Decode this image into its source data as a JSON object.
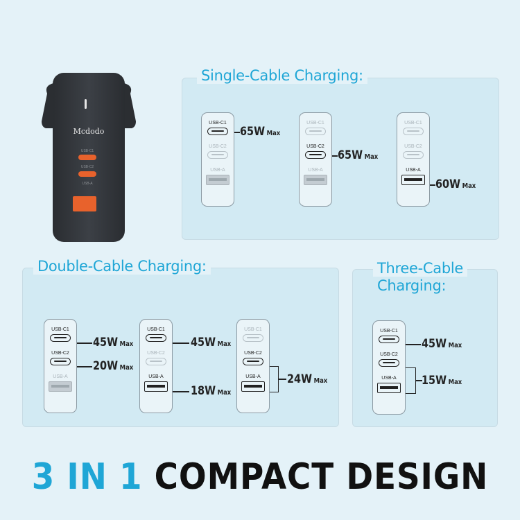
{
  "device": {
    "brand": "Mcdodo",
    "port_labels": [
      "USB-C1",
      "USB-C2",
      "USB-A"
    ]
  },
  "port_names": {
    "c1": "USB-C1",
    "c2": "USB-C2",
    "a": "USB-A"
  },
  "max_label": "Max",
  "panels": {
    "single": {
      "title": "Single-Cable Charging:",
      "configs": [
        {
          "watts": "65W"
        },
        {
          "watts": "65W"
        },
        {
          "watts": "60W"
        }
      ]
    },
    "double": {
      "title": "Double-Cable Charging:",
      "configs": [
        {
          "w1": "45W",
          "w2": "20W"
        },
        {
          "w1": "45W",
          "w2": "18W"
        },
        {
          "w1": "24W"
        }
      ]
    },
    "three": {
      "title_line1": "Three-Cable",
      "title_line2": "Charging:",
      "w1": "45W",
      "w2": "15W"
    }
  },
  "headline": {
    "part1": "3 IN 1",
    "part2": "COMPACT DESIGN"
  },
  "colors": {
    "accent": "#1fa6d6",
    "panel": "#d2eaf3",
    "port_orange": "#e8622c"
  }
}
